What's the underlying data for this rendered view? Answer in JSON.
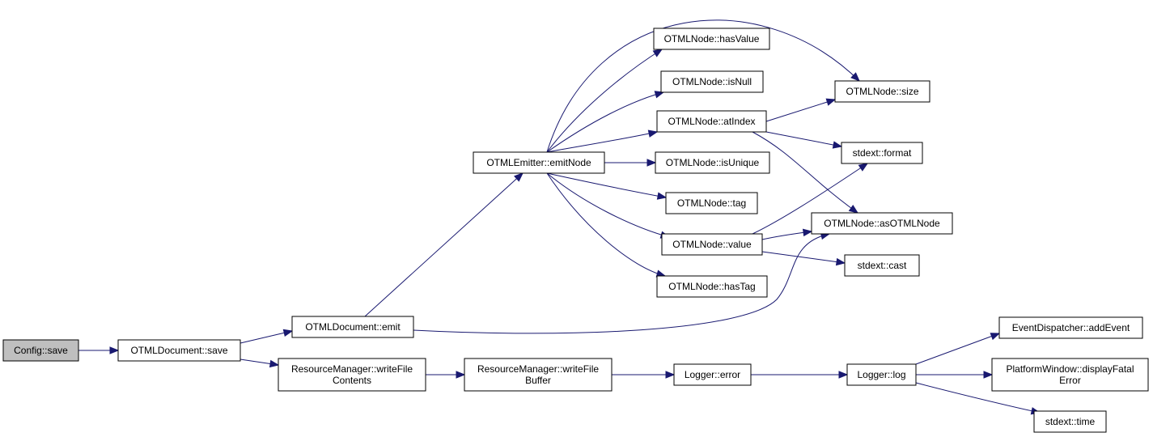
{
  "graph": {
    "colors": {
      "edge": "#191970",
      "node_border": "#000000",
      "root_fill": "#bfbfbf",
      "node_fill": "#ffffff"
    },
    "nodes": [
      {
        "id": "config_save",
        "lines": [
          "Config::save"
        ],
        "root": true
      },
      {
        "id": "otmldoc_save",
        "lines": [
          "OTMLDocument::save"
        ]
      },
      {
        "id": "otmldoc_emit",
        "lines": [
          "OTMLDocument::emit"
        ]
      },
      {
        "id": "rm_writefilecontents",
        "lines": [
          "ResourceManager::writeFile",
          "Contents"
        ]
      },
      {
        "id": "emitter_emitnode",
        "lines": [
          "OTMLEmitter::emitNode"
        ]
      },
      {
        "id": "rm_writefilebuffer",
        "lines": [
          "ResourceManager::writeFile",
          "Buffer"
        ]
      },
      {
        "id": "node_hasvalue",
        "lines": [
          "OTMLNode::hasValue"
        ]
      },
      {
        "id": "node_isnull",
        "lines": [
          "OTMLNode::isNull"
        ]
      },
      {
        "id": "node_atindex",
        "lines": [
          "OTMLNode::atIndex"
        ]
      },
      {
        "id": "node_isunique",
        "lines": [
          "OTMLNode::isUnique"
        ]
      },
      {
        "id": "node_tag",
        "lines": [
          "OTMLNode::tag"
        ]
      },
      {
        "id": "node_value",
        "lines": [
          "OTMLNode::value"
        ]
      },
      {
        "id": "node_hastag",
        "lines": [
          "OTMLNode::hasTag"
        ]
      },
      {
        "id": "logger_error",
        "lines": [
          "Logger::error"
        ]
      },
      {
        "id": "node_size",
        "lines": [
          "OTMLNode::size"
        ]
      },
      {
        "id": "stdext_format",
        "lines": [
          "stdext::format"
        ]
      },
      {
        "id": "node_asotmlnode",
        "lines": [
          "OTMLNode::asOTMLNode"
        ]
      },
      {
        "id": "stdext_cast",
        "lines": [
          "stdext::cast"
        ]
      },
      {
        "id": "logger_log",
        "lines": [
          "Logger::log"
        ]
      },
      {
        "id": "ed_addevent",
        "lines": [
          "EventDispatcher::addEvent"
        ]
      },
      {
        "id": "pw_displayfatal",
        "lines": [
          "PlatformWindow::displayFatal",
          "Error"
        ]
      },
      {
        "id": "stdext_time",
        "lines": [
          "stdext::time"
        ]
      }
    ],
    "edges": [
      [
        "config_save",
        "otmldoc_save"
      ],
      [
        "otmldoc_save",
        "otmldoc_emit"
      ],
      [
        "otmldoc_save",
        "rm_writefilecontents"
      ],
      [
        "otmldoc_emit",
        "emitter_emitnode"
      ],
      [
        "otmldoc_emit",
        "node_asotmlnode"
      ],
      [
        "emitter_emitnode",
        "node_hasvalue"
      ],
      [
        "emitter_emitnode",
        "node_size"
      ],
      [
        "emitter_emitnode",
        "node_isnull"
      ],
      [
        "emitter_emitnode",
        "node_atindex"
      ],
      [
        "emitter_emitnode",
        "node_isunique"
      ],
      [
        "emitter_emitnode",
        "node_tag"
      ],
      [
        "emitter_emitnode",
        "node_value"
      ],
      [
        "emitter_emitnode",
        "node_hastag"
      ],
      [
        "node_atindex",
        "node_size"
      ],
      [
        "node_atindex",
        "stdext_format"
      ],
      [
        "node_atindex",
        "node_asotmlnode"
      ],
      [
        "node_value",
        "stdext_format"
      ],
      [
        "node_value",
        "node_asotmlnode"
      ],
      [
        "node_value",
        "stdext_cast"
      ],
      [
        "rm_writefilecontents",
        "rm_writefilebuffer"
      ],
      [
        "rm_writefilebuffer",
        "logger_error"
      ],
      [
        "logger_error",
        "logger_log"
      ],
      [
        "logger_log",
        "ed_addevent"
      ],
      [
        "logger_log",
        "pw_displayfatal"
      ],
      [
        "logger_log",
        "stdext_time"
      ]
    ]
  }
}
